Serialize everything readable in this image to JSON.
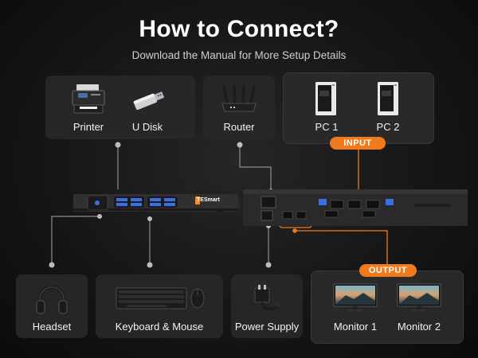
{
  "header": {
    "title": "How to Connect?",
    "subtitle": "Download the Manual for More Setup Details"
  },
  "top_devices": [
    {
      "label": "Printer",
      "icon": "printer-icon"
    },
    {
      "label": "U Disk",
      "icon": "usb-drive-icon"
    },
    {
      "label": "Router",
      "icon": "router-icon"
    },
    {
      "label": "PC 1",
      "icon": "pc-tower-icon"
    },
    {
      "label": "PC 2",
      "icon": "pc-tower-icon"
    }
  ],
  "bottom_devices": [
    {
      "label": "Headset",
      "icon": "headset-icon"
    },
    {
      "label": "Keyboard & Mouse",
      "icon": "keyboard-mouse-icon"
    },
    {
      "label": "Power Supply",
      "icon": "power-adapter-icon"
    },
    {
      "label": "Monitor 1",
      "icon": "monitor-icon"
    },
    {
      "label": "Monitor 2",
      "icon": "monitor-icon"
    }
  ],
  "badges": {
    "input": "INPUT",
    "output": "OUTPUT"
  },
  "device": {
    "brand": "TESmart"
  },
  "colors": {
    "accent": "#f07a1e",
    "background": "#141414",
    "card": "#2a2a2a",
    "line": "#9a9a9a"
  }
}
